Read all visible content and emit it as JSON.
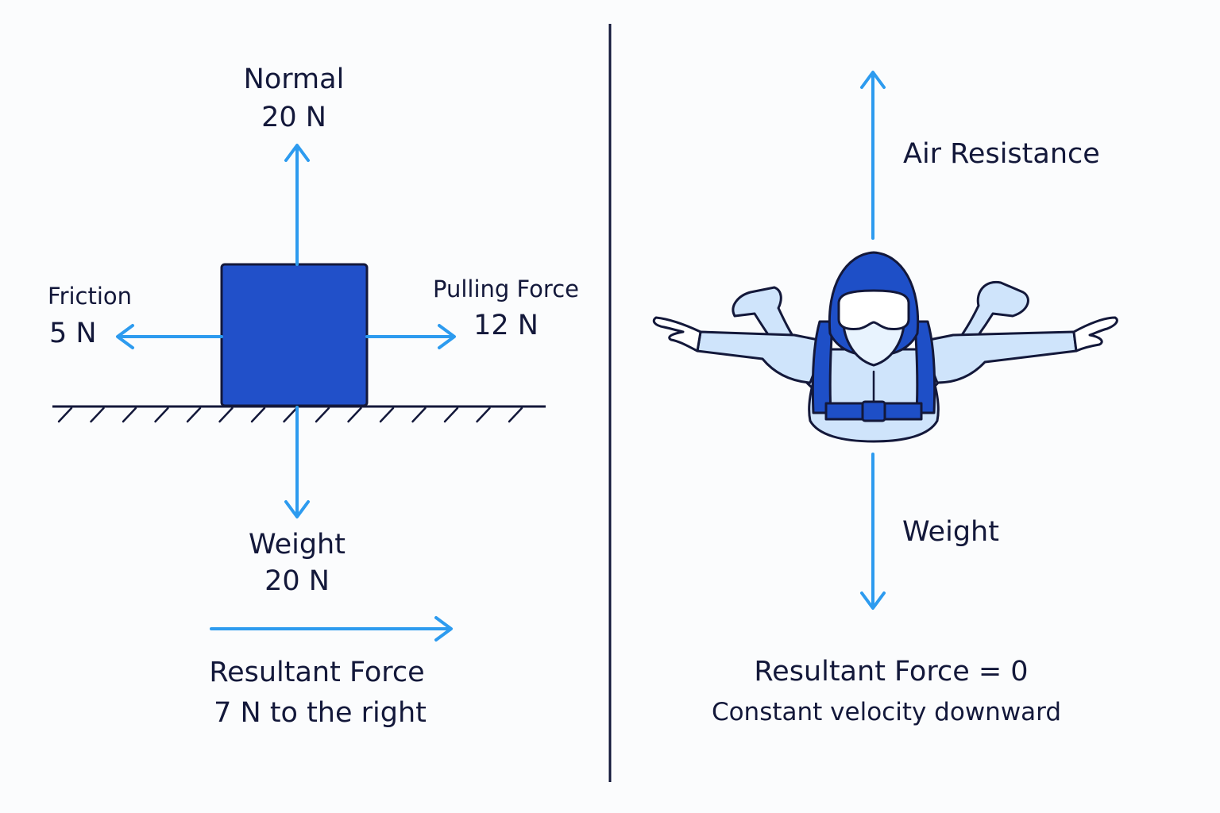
{
  "colors": {
    "arrow": "#2d9bef",
    "block": "#2150c9",
    "ink": "#13183a",
    "suit_light": "#cfe4fb",
    "suit_dark": "#1e4fc7",
    "background": "#fbfcfd"
  },
  "left_panel": {
    "normal": {
      "name": "Normal",
      "value": "20 N"
    },
    "friction": {
      "name": "Friction",
      "value": "5 N"
    },
    "pulling": {
      "name": "Pulling Force",
      "value": "12 N"
    },
    "weight": {
      "name": "Weight",
      "value": "20 N"
    },
    "resultant": {
      "title": "Resultant Force",
      "detail": "7 N to the right"
    }
  },
  "right_panel": {
    "air_resistance": "Air Resistance",
    "weight": "Weight",
    "resultant": {
      "title": "Resultant Force = 0",
      "detail": "Constant velocity downward"
    }
  }
}
